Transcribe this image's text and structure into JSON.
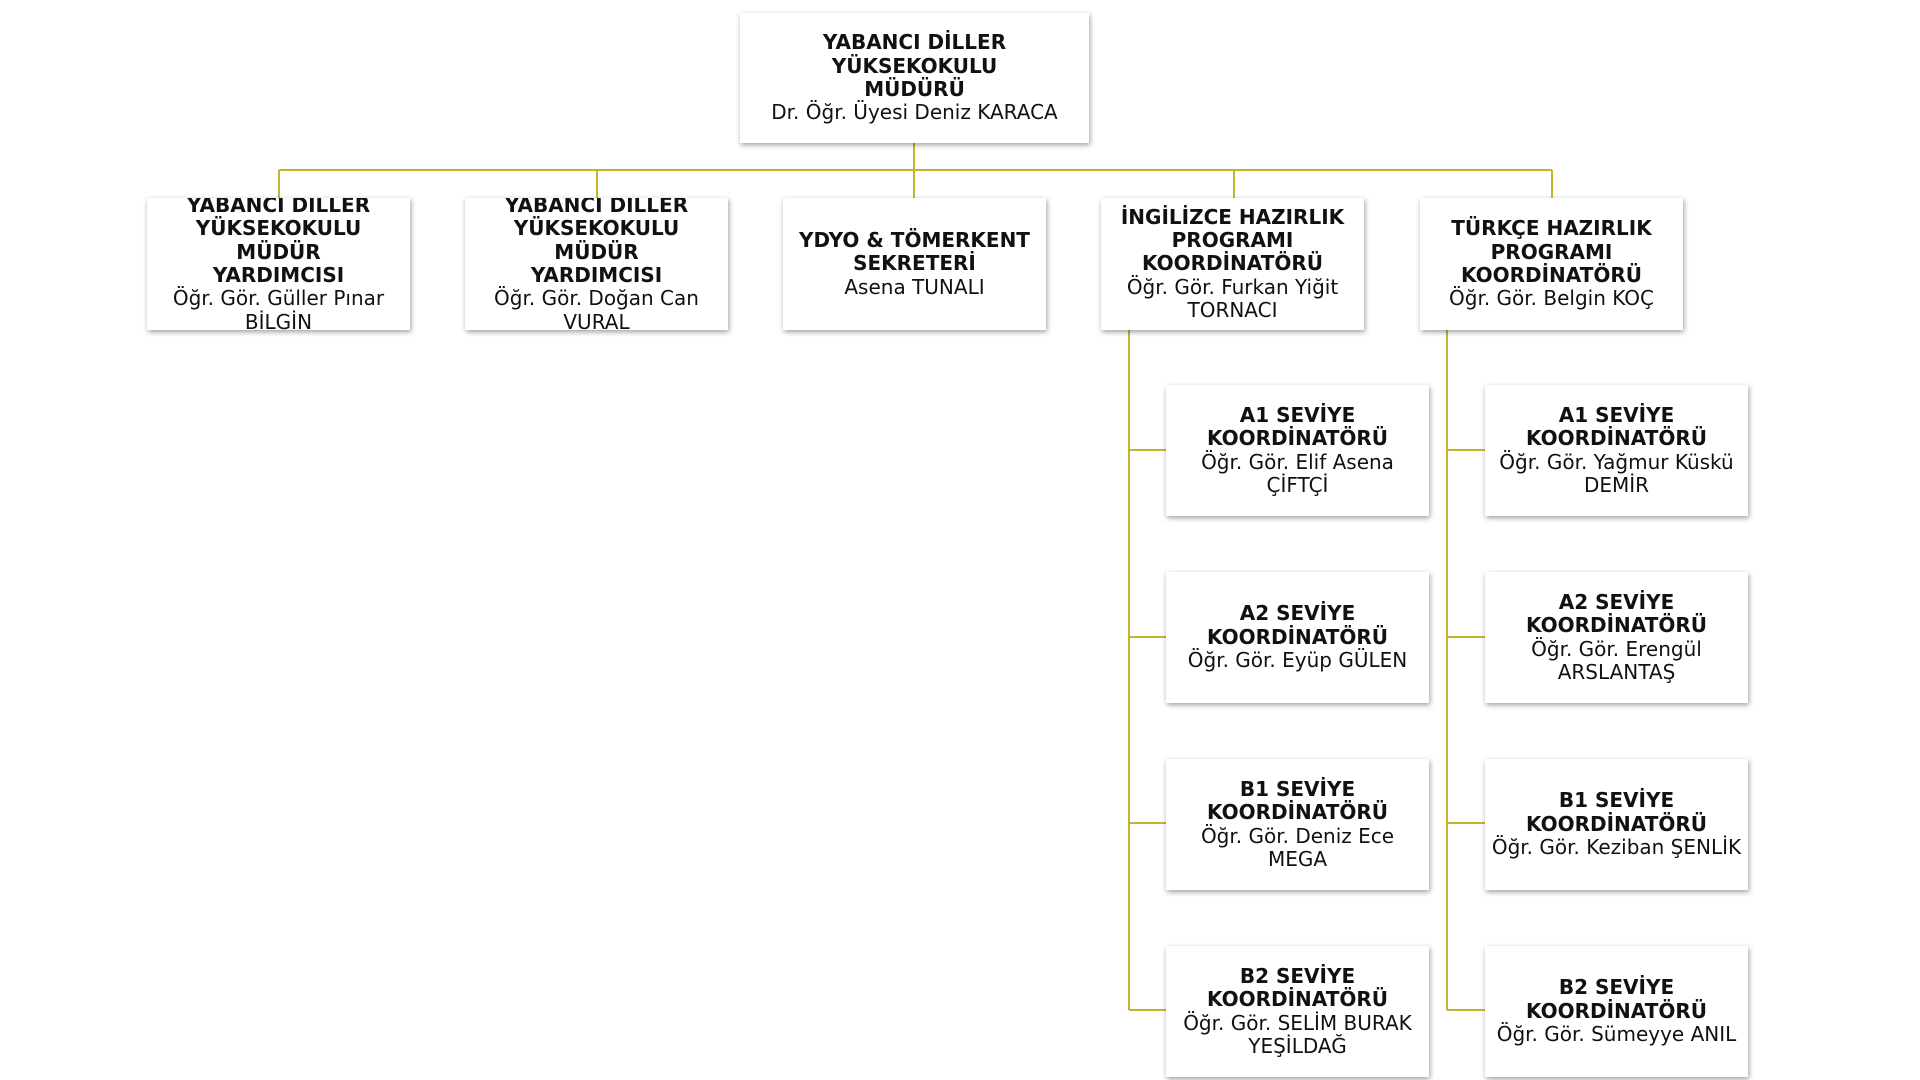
{
  "root": {
    "title": "YABANCI DİLLER YÜKSEKOKULU\nMÜDÜRÜ",
    "person": "Dr. Öğr. Üyesi Deniz KARACA"
  },
  "level1": [
    {
      "title": "YABANCI DİLLER\nYÜKSEKOKULU MÜDÜR\nYARDIMCISI",
      "person": "Öğr. Gör. Güller Pınar\nBİLGİN"
    },
    {
      "title": "YABANCI DİLLER\nYÜKSEKOKULU MÜDÜR\nYARDIMCISI",
      "person": "Öğr. Gör. Doğan Can\nVURAL"
    },
    {
      "title": "YDYO & TÖMERKENT\nSEKRETERİ",
      "person": "Asena TUNALI"
    },
    {
      "title": "İNGİLİZCE HAZIRLIK\nPROGRAMI\nKOORDİNATÖRÜ",
      "person": "Öğr. Gör. Furkan Yiğit\nTORNACI"
    },
    {
      "title": "TÜRKÇE HAZIRLIK\nPROGRAMI\nKOORDİNATÖRÜ",
      "person": "Öğr. Gör. Belgin KOÇ"
    }
  ],
  "english_levels": [
    {
      "title": "A1 SEVİYE\nKOORDİNATÖRÜ",
      "person": "Öğr. Gör. Elif Asena\nÇİFTÇİ"
    },
    {
      "title": "A2 SEVİYE\nKOORDİNATÖRÜ",
      "person": "Öğr. Gör. Eyüp GÜLEN"
    },
    {
      "title": "B1 SEVİYE\nKOORDİNATÖRÜ",
      "person": "Öğr. Gör. Deniz Ece MEGA"
    },
    {
      "title": "B2 SEVİYE\nKOORDİNATÖRÜ",
      "person": "Öğr. Gör. SELİM BURAK\nYEŞİLDAĞ"
    }
  ],
  "turkish_levels": [
    {
      "title": "A1 SEVİYE\nKOORDİNATÖRÜ",
      "person": "Öğr. Gör. Yağmur Küskü\nDEMİR"
    },
    {
      "title": "A2 SEVİYE\nKOORDİNATÖRÜ",
      "person": "Öğr. Gör. Erengül\nARSLANTAŞ"
    },
    {
      "title": "B1 SEVİYE\nKOORDİNATÖRÜ",
      "person": "Öğr. Gör. Keziban ŞENLİK"
    },
    {
      "title": "B2 SEVİYE\nKOORDİNATÖRÜ",
      "person": "Öğr. Gör. Sümeyye ANIL"
    }
  ],
  "colors": {
    "connector": "#c5b42a"
  }
}
